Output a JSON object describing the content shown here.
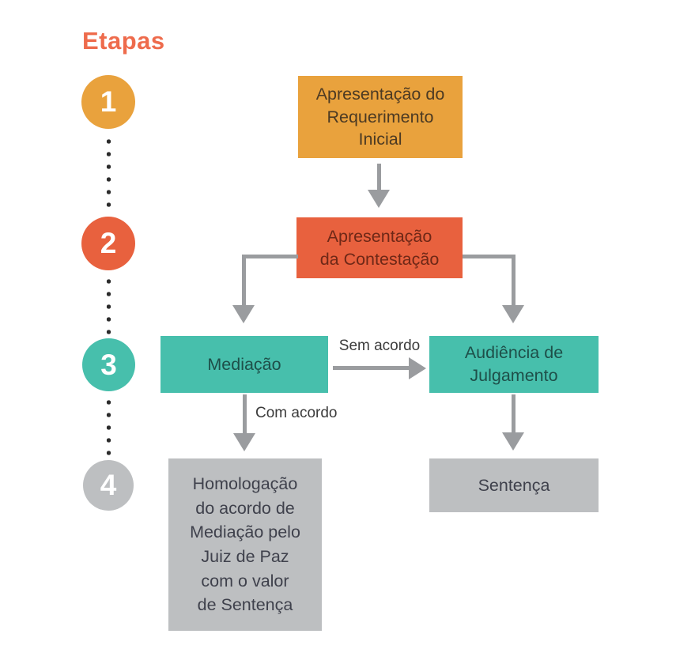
{
  "title": "Etapas",
  "colors": {
    "title": "#EE6B4C",
    "orange": "#E9A23D",
    "red_orange": "#E8613E",
    "teal": "#47BFAC",
    "gray": "#BDBFC1",
    "arrow": "#9A9C9F",
    "dot": "#2B2B2B",
    "text_on_orange": "#4C3A23",
    "text_on_red": "#6E2817",
    "text_on_teal": "#1E4F49",
    "text_on_gray": "#3F414C"
  },
  "steps": [
    "1",
    "2",
    "3",
    "4"
  ],
  "boxes": {
    "requerimento": {
      "label": "Apresentação do\nRequerimento\nInicial"
    },
    "contestacao": {
      "label": "Apresentação\nda Contestação"
    },
    "mediacao": {
      "label": "Mediação"
    },
    "audiencia": {
      "label": "Audiência de\nJulgamento"
    },
    "homologacao": {
      "label": "Homologação\ndo acordo de\nMediação pelo\nJuiz de Paz\ncom o valor\nde Sentença"
    },
    "sentenca": {
      "label": "Sentença"
    }
  },
  "edge_labels": {
    "sem_acordo": "Sem acordo",
    "com_acordo": "Com acordo"
  }
}
